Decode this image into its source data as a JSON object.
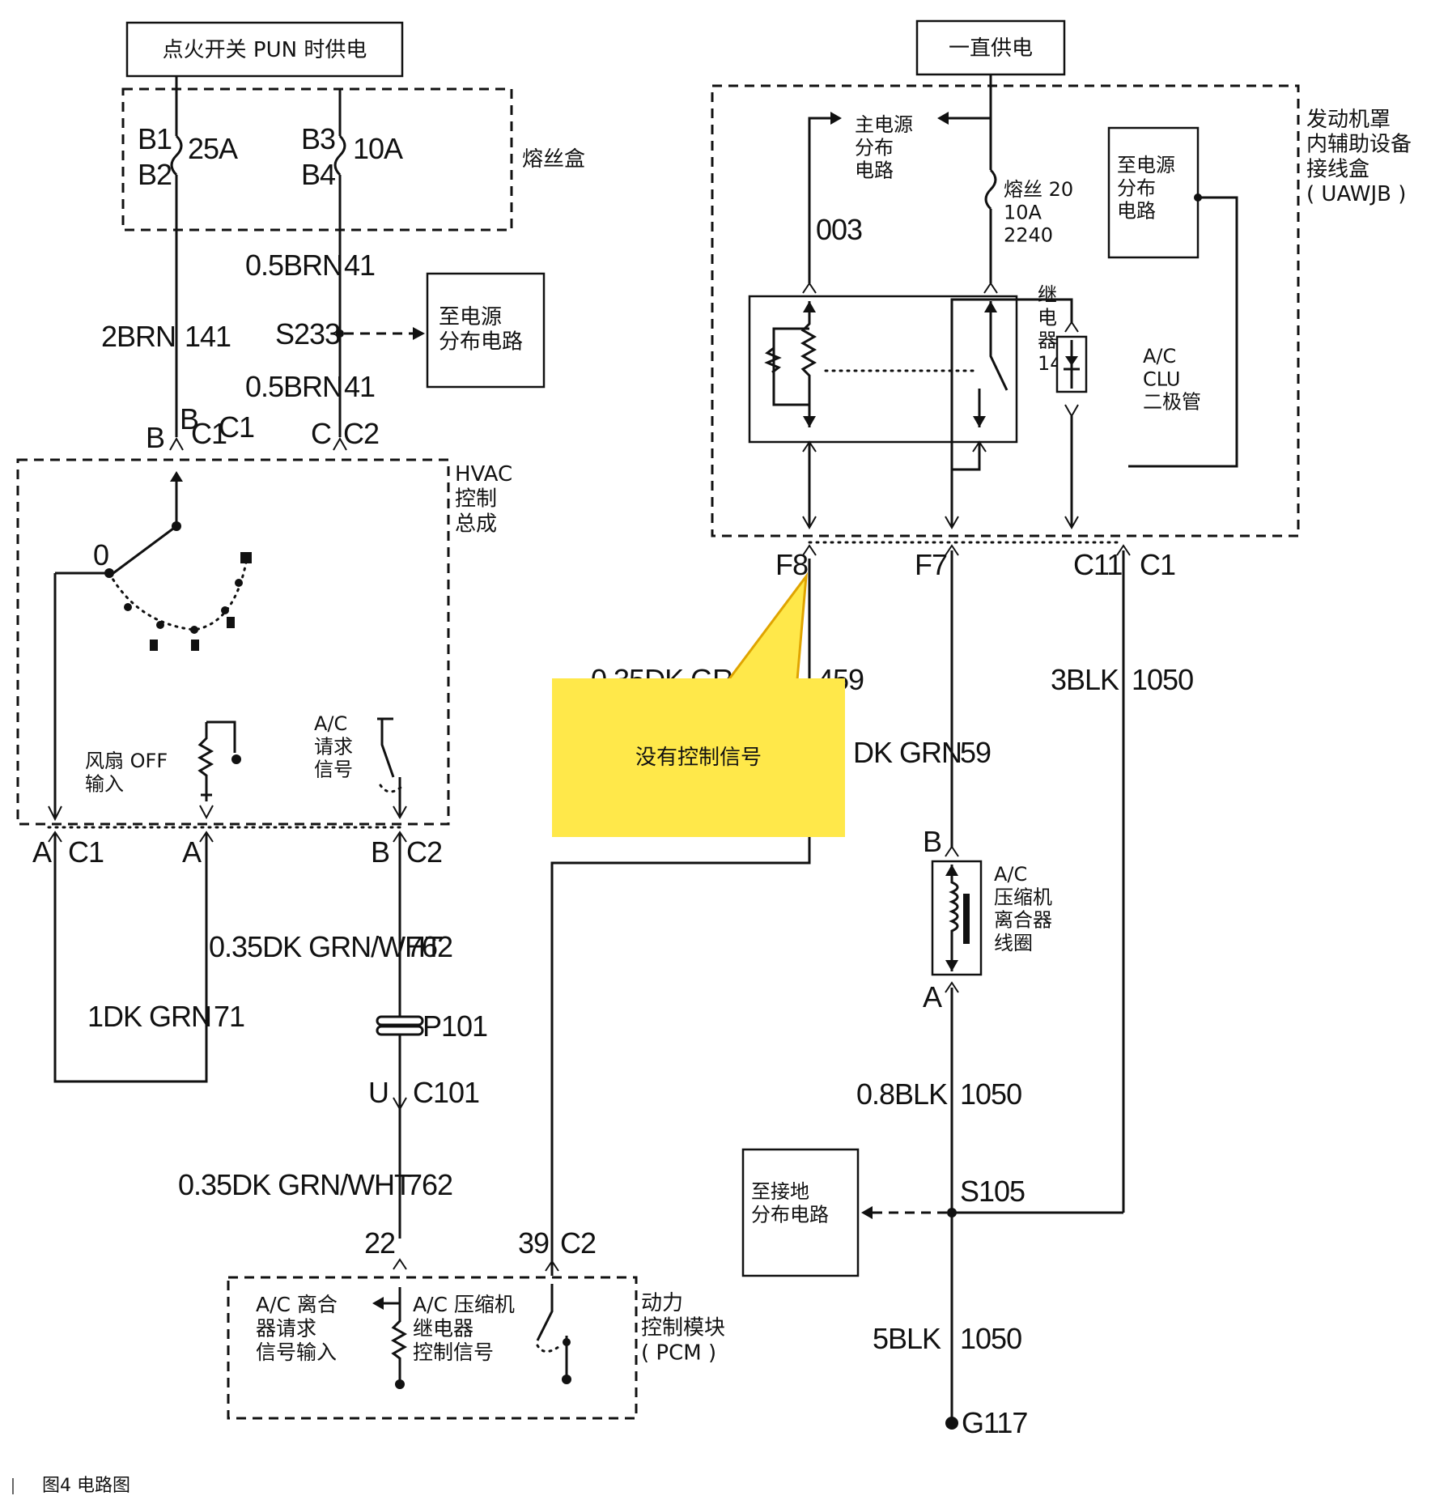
{
  "top_left_box": "点火开关 PUN 时供电",
  "top_right_box": "一直供电",
  "fuse_box": {
    "label": "熔丝盒",
    "fuse1_top": "B1",
    "fuse1_bottom": "B2",
    "fuse1_rating": "25A",
    "fuse2_top": "B3",
    "fuse2_bottom": "B4",
    "fuse2_rating": "10A"
  },
  "wires": {
    "w41a_size": "0.5BRN",
    "w41a_num": "41",
    "w141_size": "2BRN",
    "w141_num": "141",
    "w41b_size": "0.5BRN",
    "w41b_num": "41",
    "splice_s233": "S233",
    "w762a_size": "0.35DK GRN/WHT",
    "w762a_num": "762",
    "w71_size": "1DK GRN",
    "w71_num": "71",
    "w762b_size": "0.35DK GRN/WHT",
    "w762b_num": "762",
    "w459_size": "0.35DK GRN",
    "w459_num": "459",
    "w59_size": "DK GRN",
    "w59_num": "59",
    "w1050a_size": "3BLK",
    "w1050a_num": "1050",
    "w1050b_size": "0.8BLK",
    "w1050b_num": "1050",
    "splice_s105": "S105",
    "w1050c_size": "5BLK",
    "w1050c_num": "1050",
    "w003": "003"
  },
  "power_dist_box_left": "至电源\n分布电路",
  "hvac": {
    "label": "HVAC\n控制\n总成",
    "switch_zero": "0",
    "fan_off": "风扇 OFF\n输入",
    "ac_request": "A/C\n请求\n信号"
  },
  "connectors": {
    "b_c1_a": "B",
    "b_c1_b": "C1",
    "b_c1_c": "B",
    "b_c1_d": "C1",
    "c_c2_a": "C",
    "c_c2_b": "C2",
    "a_c1_a": "A",
    "a_c1_b": "C1",
    "a2": "A",
    "b_c2_a": "B",
    "b_c2_b": "C2",
    "p101": "P101",
    "u_c101_a": "U",
    "u_c101_b": "C101",
    "pin22": "22",
    "pin39": "39",
    "pin39_c2": "C2",
    "f8": "F8",
    "f7": "F7",
    "c11": "C11",
    "c1": "C1",
    "clutch_b": "B",
    "clutch_a": "A",
    "g117": "G117"
  },
  "uawjb": {
    "label": "发动机罩\n内辅助设备\n接线盒\n( UAWJB )",
    "main_power": "主电源\n分布\n电路",
    "fuse": "熔丝 20\n10A\n2240",
    "relay": "继\n电\n器\n14",
    "power_dist": "至电源\n分布\n电路",
    "clu_diode": "A/C\nCLU\n二极管"
  },
  "clutch_coil": "A/C\n压缩机\n离合器\n线圈",
  "ground_dist": "至接地\n分布电路",
  "pcm": {
    "label": "动力\n控制模块\n( PCM )",
    "clutch_request": "A/C 离合\n器请求\n信号输入",
    "relay_control": "A/C 压缩机\n继电器\n控制信号"
  },
  "callout": "没有控制信号",
  "figure_caption": "图4    电路图",
  "colors": {
    "callout_fill": "#ffe84a",
    "callout_stroke": "#e0a400"
  }
}
